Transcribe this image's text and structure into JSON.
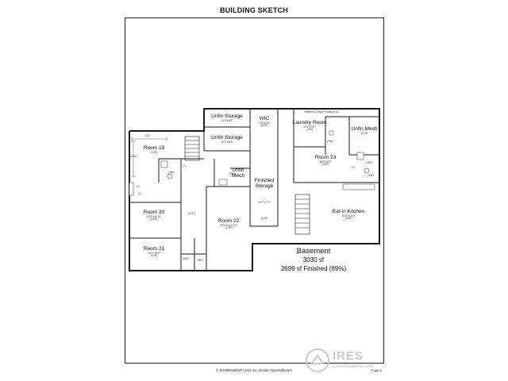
{
  "page_title": "BUILDING SKETCH",
  "rooms": {
    "unfin_storage_1": {
      "name": "Unfin Storage",
      "dims": "11'3\"x6'4\""
    },
    "unfin_storage_2": {
      "name": "Unfin Storage",
      "dims": "11'3\"x6'8\""
    },
    "wic_top": {
      "name": "WIC",
      "dims": "7'3\"x6'11\"",
      "level": "(LVP)"
    },
    "laundry": {
      "name": "Laundry Room",
      "dims": "20'1\"x9'1\"",
      "level": "(Tile)",
      "note": "Washer & Dryer Hookups x3"
    },
    "unfin_mech_right": {
      "name": "Unfin Mech",
      "dims": "12'x8'"
    },
    "room19": {
      "name": "Room 19",
      "level": "(LVP)"
    },
    "unfin_mech_mid": {
      "name": "Unfin\nMech"
    },
    "finished_storage": {
      "name": "Finished\nStorage",
      "dims": "24'7\"x7'3\"",
      "level": "(LVP)"
    },
    "room23": {
      "name": "Room 23",
      "dims": "18'5\"x9'5\"",
      "level": "(LVP)"
    },
    "room20": {
      "name": "Room 20",
      "dims": "10'2\"x11'11\"",
      "level": "(LVP)"
    },
    "room22": {
      "name": "Room 22",
      "dims": "20'10\"x10'10\"",
      "level": "(LVP)"
    },
    "eat_in_kitchen": {
      "name": "Eat-in Kitchen",
      "dims": "16'9\"x13'4\"",
      "level": "(LVP)"
    },
    "room21": {
      "name": "Room 21",
      "dims": "13'2\"x8'2\"",
      "level": "(LVP)"
    }
  },
  "small_labels": {
    "cl_a": "CL",
    "cl_b": "CL",
    "cl_c": "CL",
    "cl_d": "CL",
    "tile_a": "(Tile)",
    "tile_b": "(Tile)",
    "tile_c": "(Tile)",
    "tile_d": "(Tile)",
    "tile_e": "(Tile)",
    "lvp_hall": "(LVP)",
    "wic_a": "WIC",
    "wic_b": "WIC",
    "dim_top": "13'2\"",
    "dim_side": "13'10\""
  },
  "summary": {
    "title": "Basement",
    "area": "3030 sf",
    "finished": "2699 sf Finished (89%)"
  },
  "footer": "© ILOOKABOUT (US) Inc. iGuide ApexSoftware",
  "page_number": "Page 6",
  "watermark": {
    "name": "IRES",
    "sub": "ColoProperty.com"
  },
  "colors": {
    "wall": "#1a1a1a",
    "fixture": "#555555",
    "watermark": "#c9c9c9"
  }
}
